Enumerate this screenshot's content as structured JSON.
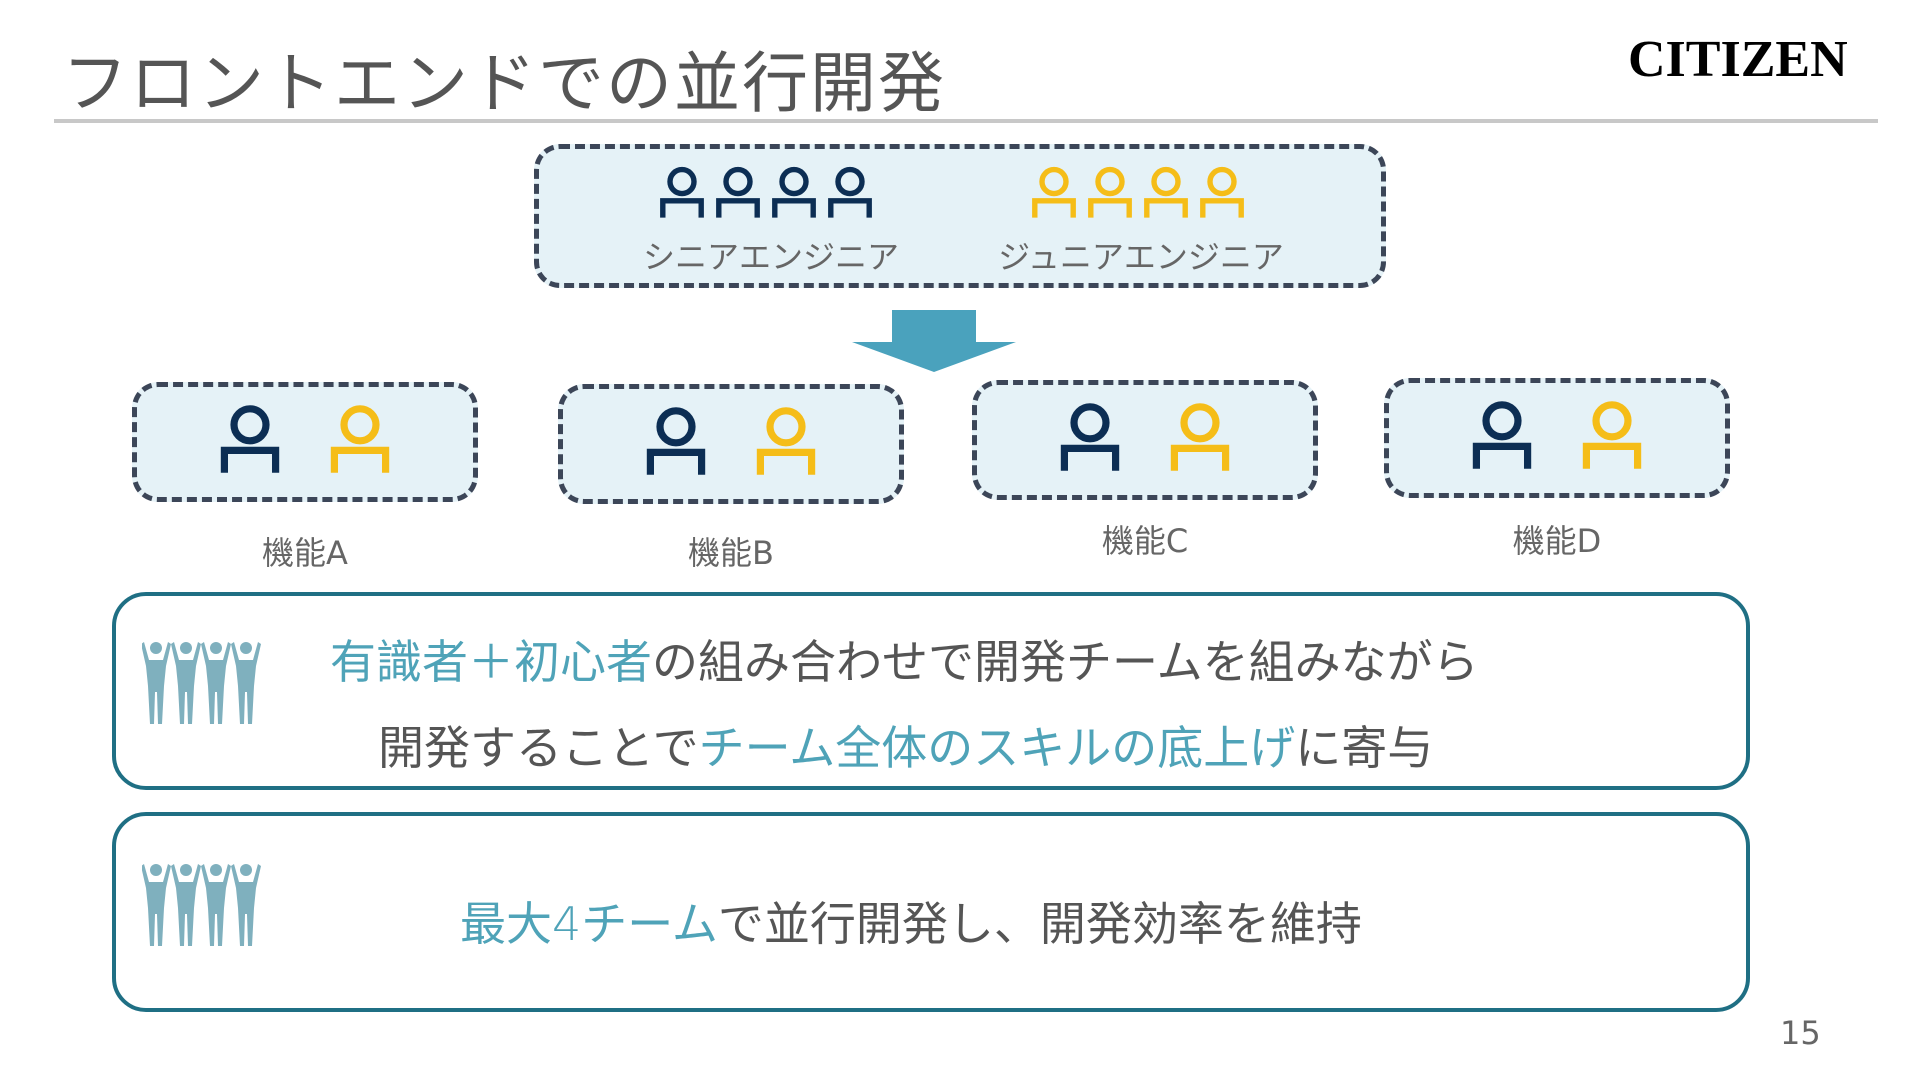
{
  "title": "フロントエンドでの並行開発",
  "logo": "CITIZEN",
  "icons": {
    "person": "person-icon",
    "arrow": "arrow-down-icon",
    "crowd": "people-group-icon"
  },
  "colors": {
    "senior": "#0c2e54",
    "junior": "#f5bd18",
    "box_fill": "#e5f2f7",
    "box_border": "#3c4658",
    "arrow": "#4aa2bd",
    "panel_border": "#1f6f84",
    "highlight": "#4fa3b8",
    "crowd": "#7fb0be"
  },
  "team": {
    "senior_label": "シニアエンジニア",
    "junior_label": "ジュニアエンジニア",
    "senior_count": 4,
    "junior_count": 4
  },
  "features": [
    {
      "label": "機能A"
    },
    {
      "label": "機能B"
    },
    {
      "label": "機能C"
    },
    {
      "label": "機能D"
    }
  ],
  "panel1": {
    "line1": [
      {
        "text": "有識者＋初心者",
        "hl": true
      },
      {
        "text": "の組み合わせで開発チームを組みながら",
        "hl": false
      }
    ],
    "line2": [
      {
        "text": "開発することで",
        "hl": false
      },
      {
        "text": "チーム全体のスキルの底上げ",
        "hl": true
      },
      {
        "text": "に寄与",
        "hl": false
      }
    ]
  },
  "panel2": {
    "line1": [
      {
        "text": "最大4チーム",
        "hl": true
      },
      {
        "text": "で並行開発し、開発効率を維持",
        "hl": false
      }
    ]
  },
  "page_number": "15"
}
